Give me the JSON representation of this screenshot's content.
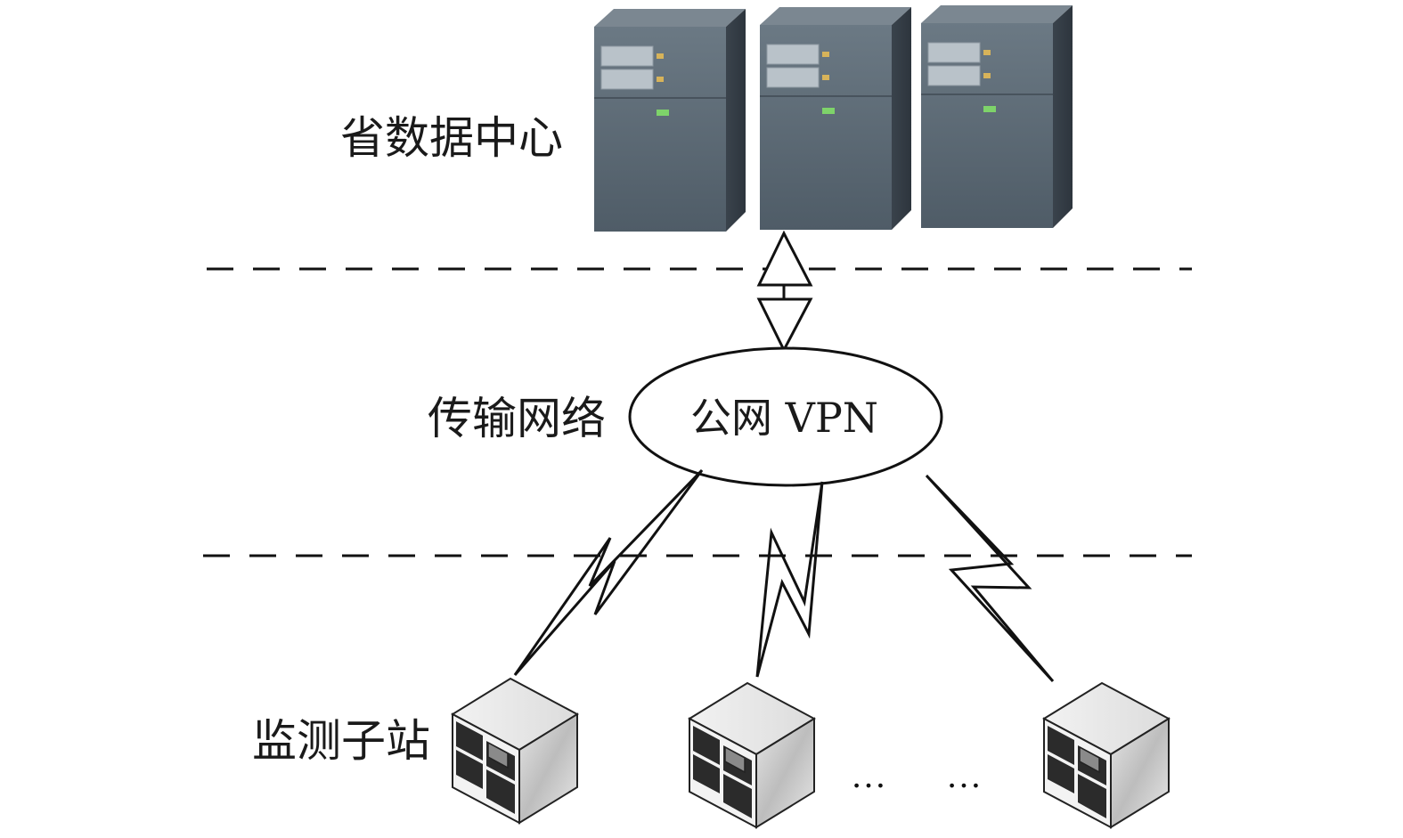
{
  "tiers": {
    "data_center": "省数据中心",
    "transmission": "传输网络",
    "substation": "监测子站"
  },
  "network": {
    "label": "公网 VPN"
  },
  "ellipsis": {
    "first": "…",
    "second": "…"
  },
  "colors": {
    "line": "#111111",
    "server_front": "#5e6c78",
    "server_side": "#3d4650",
    "server_top": "#8b97a1",
    "substation_front": "#ededed",
    "substation_top": "#f7f7f7",
    "substation_side": "#c9c9c9"
  }
}
